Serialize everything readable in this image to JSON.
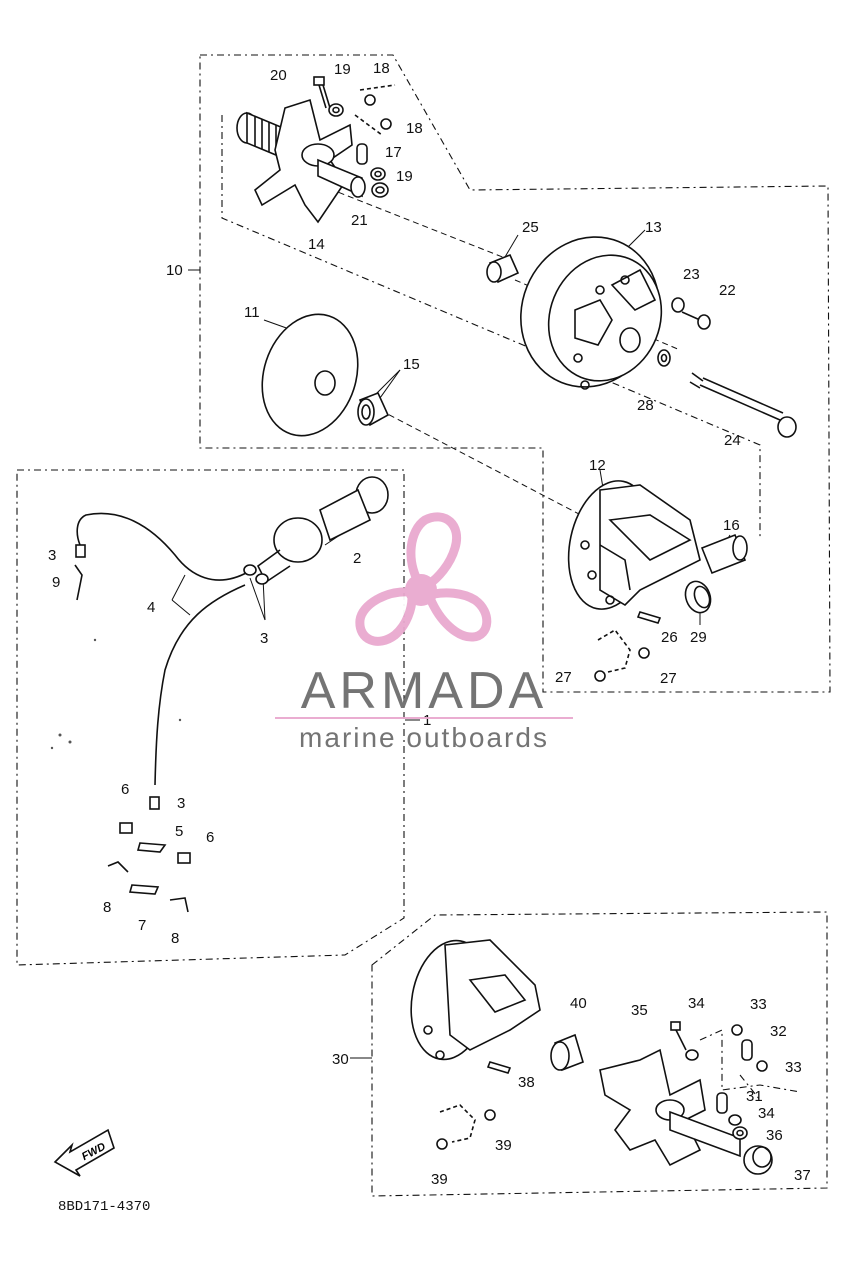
{
  "diagram": {
    "drawing_code": "8BD171-4370",
    "fwd_label": "FWD",
    "callouts": [
      {
        "id": "c20",
        "text": "20"
      },
      {
        "id": "c19a",
        "text": "19"
      },
      {
        "id": "c18a",
        "text": "18"
      },
      {
        "id": "c18b",
        "text": "18"
      },
      {
        "id": "c17",
        "text": "17"
      },
      {
        "id": "c19b",
        "text": "19"
      },
      {
        "id": "c21",
        "text": "21"
      },
      {
        "id": "c14",
        "text": "14"
      },
      {
        "id": "c25",
        "text": "25"
      },
      {
        "id": "c13",
        "text": "13"
      },
      {
        "id": "c23",
        "text": "23"
      },
      {
        "id": "c22",
        "text": "22"
      },
      {
        "id": "c10",
        "text": "10"
      },
      {
        "id": "c11",
        "text": "11"
      },
      {
        "id": "c15",
        "text": "15"
      },
      {
        "id": "c28",
        "text": "28"
      },
      {
        "id": "c24",
        "text": "24"
      },
      {
        "id": "c12",
        "text": "12"
      },
      {
        "id": "c16",
        "text": "16"
      },
      {
        "id": "c2",
        "text": "2"
      },
      {
        "id": "c3a",
        "text": "3"
      },
      {
        "id": "c9",
        "text": "9"
      },
      {
        "id": "c4",
        "text": "4"
      },
      {
        "id": "c3b",
        "text": "3"
      },
      {
        "id": "c26",
        "text": "26"
      },
      {
        "id": "c29",
        "text": "29"
      },
      {
        "id": "c27a",
        "text": "27"
      },
      {
        "id": "c27b",
        "text": "27"
      },
      {
        "id": "c1",
        "text": "1"
      },
      {
        "id": "c6a",
        "text": "6"
      },
      {
        "id": "c3c",
        "text": "3"
      },
      {
        "id": "c5",
        "text": "5"
      },
      {
        "id": "c6b",
        "text": "6"
      },
      {
        "id": "c8a",
        "text": "8"
      },
      {
        "id": "c7",
        "text": "7"
      },
      {
        "id": "c8b",
        "text": "8"
      },
      {
        "id": "c40",
        "text": "40"
      },
      {
        "id": "c35",
        "text": "35"
      },
      {
        "id": "c34a",
        "text": "34"
      },
      {
        "id": "c33a",
        "text": "33"
      },
      {
        "id": "c32",
        "text": "32"
      },
      {
        "id": "c33b",
        "text": "33"
      },
      {
        "id": "c30",
        "text": "30"
      },
      {
        "id": "c38",
        "text": "38"
      },
      {
        "id": "c31",
        "text": "31"
      },
      {
        "id": "c34b",
        "text": "34"
      },
      {
        "id": "c36",
        "text": "36"
      },
      {
        "id": "c39a",
        "text": "39"
      },
      {
        "id": "c39b",
        "text": "39"
      },
      {
        "id": "c37",
        "text": "37"
      }
    ]
  },
  "watermark": {
    "brand": "ARMADA",
    "tagline": "marine outboards",
    "colors": {
      "propeller": "#e9a9cf",
      "text": "#6d6d6d",
      "hub": "#e9a9cf"
    }
  }
}
